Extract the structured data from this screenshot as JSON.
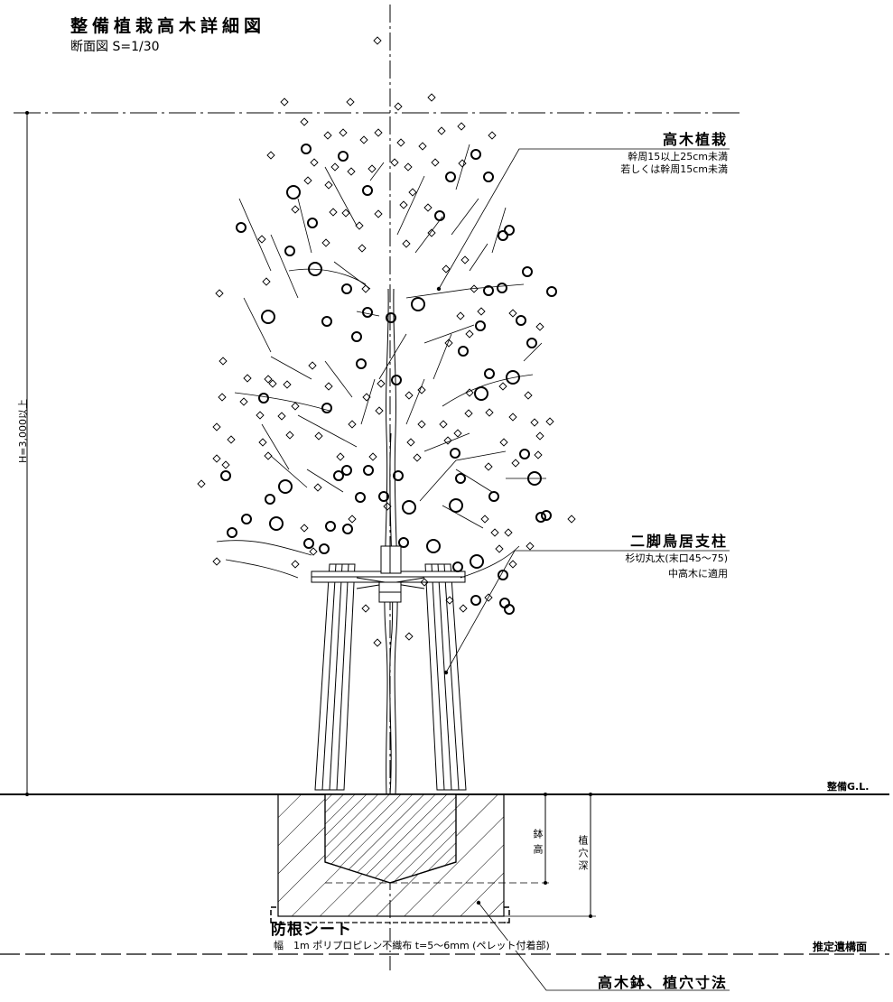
{
  "title": "整備植栽高木詳細図",
  "subtitle": "断面図 S=1/30",
  "height_label": "H=3,000以上",
  "ground_label": "整備G.L.",
  "remains_label": "推定遺構面",
  "tree": {
    "name": "高木植栽",
    "spec_line1": "幹周15以上25cm未満",
    "spec_line2": "若しくは幹周15cm未満"
  },
  "support": {
    "name": "二脚鳥居支柱",
    "spec_line1": "杉切丸太(末口45～75)",
    "spec_line2": "中高木に適用"
  },
  "root_ball_label": "鉢高",
  "planting_hole_label": "植穴深",
  "root_sheet": {
    "name": "防根シート",
    "spec": "幅　1m ポリプロピレン不織布 t=5～6mm (ペレット付着部)"
  },
  "dimension_note": "高木鉢、植穴寸法"
}
